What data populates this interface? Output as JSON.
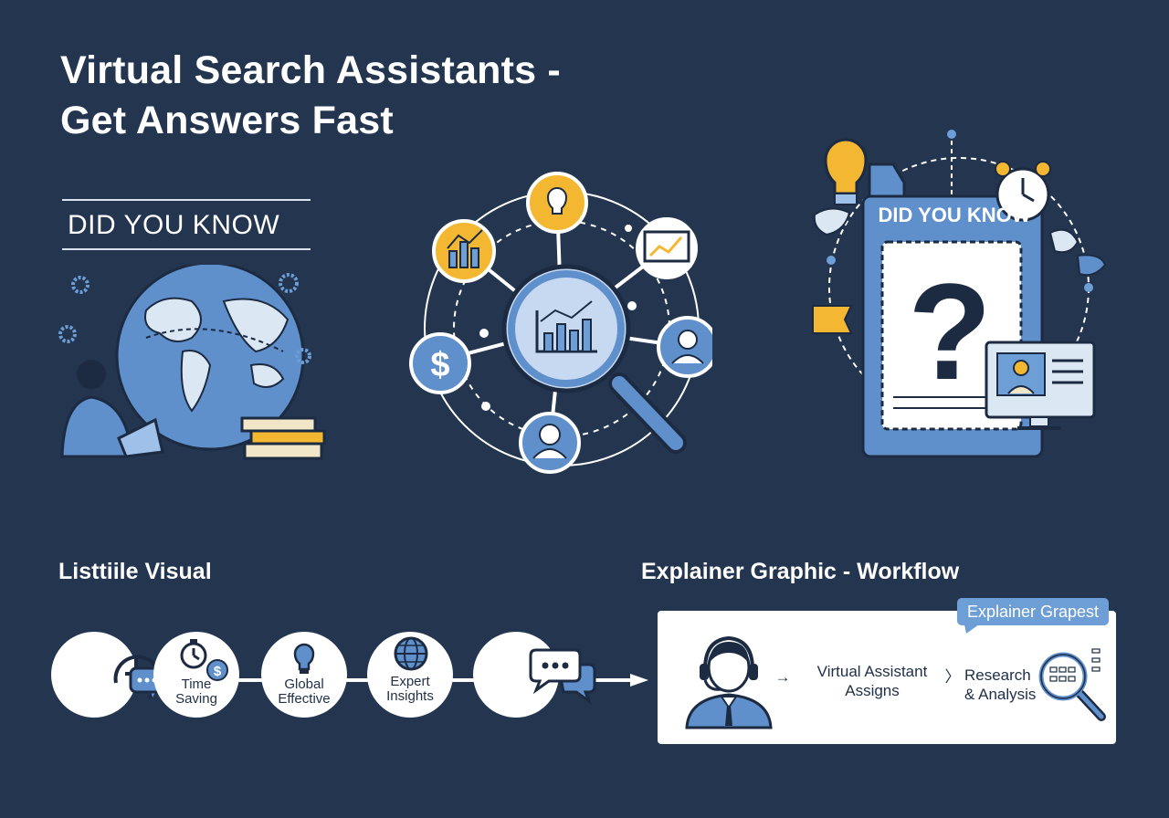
{
  "title_line1": "Virtual Search Assistants -",
  "title_line2": "Get Answers Fast",
  "did_you_know_left": "DID YOU KNOW",
  "did_you_know_right": "DID YOU KNOW",
  "question_mark": "?",
  "listicle": {
    "title": "Listtiile Visual",
    "items": [
      {
        "label1": "",
        "label2": "",
        "icon": "clock-chat-icon"
      },
      {
        "label1": "Time",
        "label2": "Saving",
        "icon": "stopwatch-dollar-icon"
      },
      {
        "label1": "Global",
        "label2": "Effective",
        "icon": "lightbulb-icon"
      },
      {
        "label1": "Expert",
        "label2": "Insights",
        "icon": "globe-icon"
      },
      {
        "label1": "",
        "label2": "",
        "icon": "chat-bubbles-icon"
      }
    ]
  },
  "workflow": {
    "title": "Explainer Graphic - Workflow",
    "badge": "Explainer Grapest",
    "step1_line1": "Virtual Assistant",
    "step1_line2": "Assigns",
    "step2_line1": "Research",
    "step2_line2": "& Analysis",
    "arrow": "→",
    "chevron": "〉"
  },
  "hub": {
    "dollar": "$"
  },
  "colors": {
    "background": "#23354f",
    "accent_blue": "#6d9ed6",
    "accent_yellow": "#f4b731",
    "dark_navy": "#1f2f47"
  }
}
